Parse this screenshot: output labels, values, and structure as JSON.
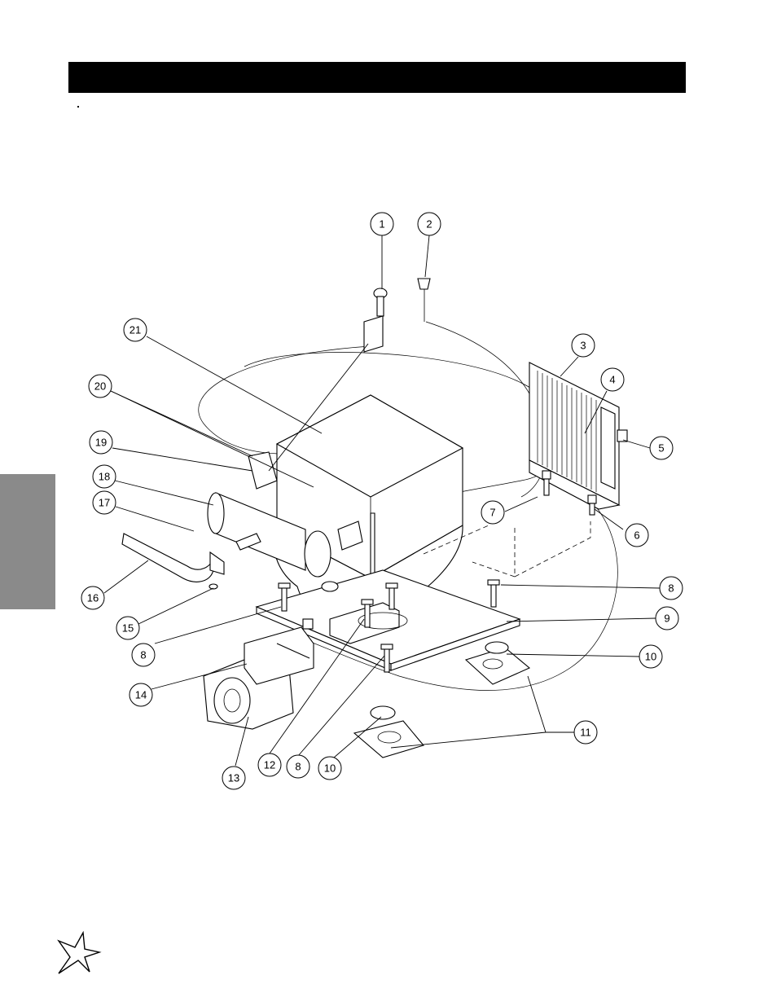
{
  "header": {
    "bar_color": "#000000"
  },
  "side_tab": {
    "color": "#8a8a8a"
  },
  "logo": {
    "icon": "star-logo-icon"
  },
  "callouts": [
    {
      "id": "c1",
      "label": "1"
    },
    {
      "id": "c2",
      "label": "2"
    },
    {
      "id": "c3",
      "label": "3"
    },
    {
      "id": "c4",
      "label": "4"
    },
    {
      "id": "c5",
      "label": "5"
    },
    {
      "id": "c6",
      "label": "6"
    },
    {
      "id": "c7",
      "label": "7"
    },
    {
      "id": "c8a",
      "label": "8"
    },
    {
      "id": "c9",
      "label": "9"
    },
    {
      "id": "c10a",
      "label": "10"
    },
    {
      "id": "c11",
      "label": "11"
    },
    {
      "id": "c8b",
      "label": "8"
    },
    {
      "id": "c12",
      "label": "12"
    },
    {
      "id": "c8c",
      "label": "8"
    },
    {
      "id": "c10b",
      "label": "10"
    },
    {
      "id": "c13",
      "label": "13"
    },
    {
      "id": "c14",
      "label": "14"
    },
    {
      "id": "c15",
      "label": "15"
    },
    {
      "id": "c16",
      "label": "16"
    },
    {
      "id": "c17",
      "label": "17"
    },
    {
      "id": "c18",
      "label": "18"
    },
    {
      "id": "c19",
      "label": "19"
    },
    {
      "id": "c20",
      "label": "20"
    },
    {
      "id": "c21",
      "label": "21"
    }
  ]
}
